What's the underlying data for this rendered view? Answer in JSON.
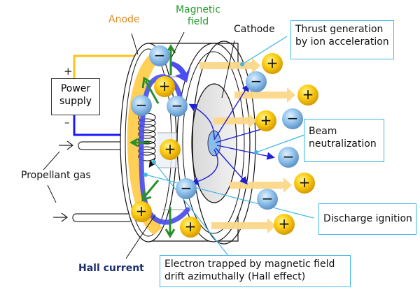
{
  "title": "Hall thruster operating principle",
  "labels": {
    "anode": "Anode",
    "magnetic_field_line1": "Magnetic",
    "magnetic_field_line2": "field",
    "cathode": "Cathode",
    "propellant_gas": "Propellant gas",
    "hall_current": "Hall current",
    "power_supply_line1": "Power",
    "power_supply_line2": "supply",
    "plus_terminal": "+",
    "minus_terminal": "–"
  },
  "callouts": {
    "thrust_line1": "Thrust generation",
    "thrust_line2": "by ion acceleration",
    "beam_line1": "Beam",
    "beam_line2": "neutralization",
    "discharge": "Discharge ignition",
    "electron_line1": "Electron trapped by magnetic field",
    "electron_line2": "drift azimuthally (Hall effect)"
  },
  "particles": {
    "ion_symbol": "+",
    "electron_symbol": "−"
  },
  "colors": {
    "anode": "#ffcc4d",
    "ion_fill": "#f5c000",
    "electron_fill": "#8fc1ea",
    "hall_current": "#4a4ef0",
    "magnetic_field": "#2a8f2a",
    "electron_path": "#1f1fd6",
    "callout_border": "#3fb6e6",
    "thrust_arrow": "#fbd98a"
  }
}
